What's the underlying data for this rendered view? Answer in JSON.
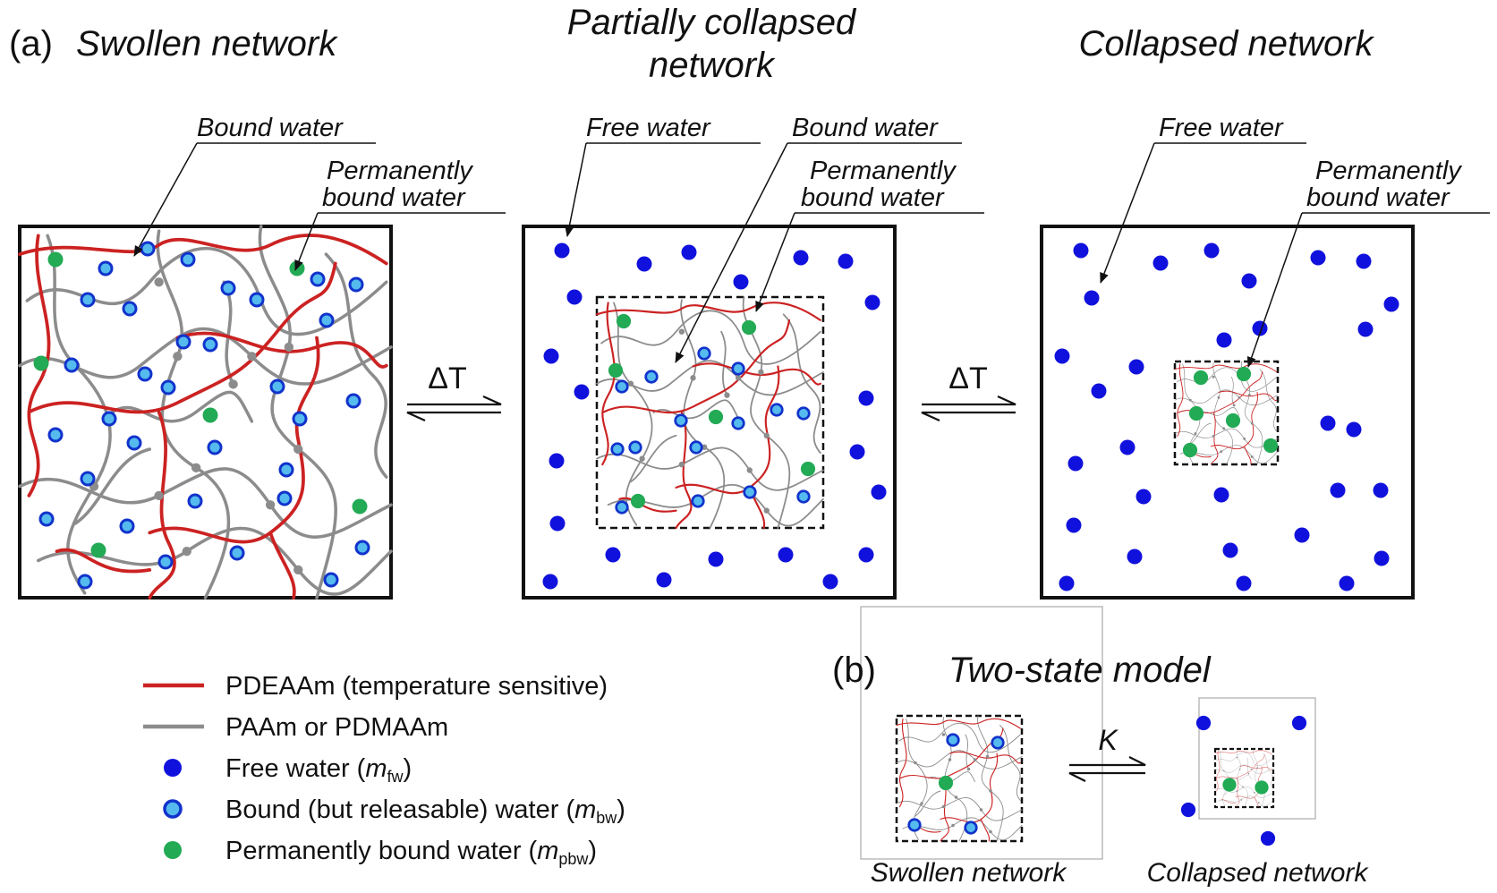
{
  "panel_a": {
    "label": "(a)",
    "titles": {
      "swollen": "Swollen network",
      "partial_line1": "Partially collapsed",
      "partial_line2": "network",
      "collapsed": "Collapsed network"
    },
    "annotations": {
      "bound_water": "Bound water",
      "free_water": "Free water",
      "perm_line1": "Permanently",
      "perm_line2": "bound water"
    },
    "transition": "ΔT"
  },
  "legend": {
    "items": [
      {
        "key": "pdeaam",
        "text": "PDEAAm (temperature sensitive)"
      },
      {
        "key": "paam",
        "text": "PAAm or PDMAAm"
      },
      {
        "key": "free",
        "text": "Free water (",
        "sym": "m",
        "sub": "fw",
        "close": ")"
      },
      {
        "key": "bound",
        "text": "Bound (but releasable) water (",
        "sym": "m",
        "sub": "bw",
        "close": ")"
      },
      {
        "key": "perm",
        "text": "Permanently bound water (",
        "sym": "m",
        "sub": "pbw",
        "close": ")"
      }
    ]
  },
  "panel_b": {
    "label": "(b)",
    "title": "Two-state model",
    "equilibrium": "K",
    "swollen_label": "Swollen network",
    "collapsed_label": "Collapsed network"
  },
  "colors": {
    "pdeaam": "#cc2222",
    "paam": "#8c8c8c",
    "free_water": "#1111dd",
    "bound_water_fill": "#55bbee",
    "bound_water_ring": "#1133cc",
    "permanent_water": "#22aa55"
  }
}
